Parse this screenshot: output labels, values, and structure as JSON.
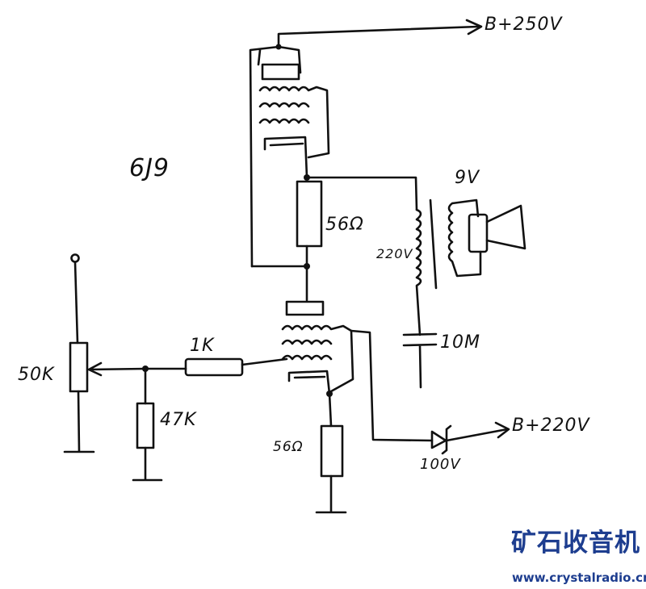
{
  "labels": {
    "b_plus_250": "B+250V",
    "tube": "6J9",
    "r_upper": "56Ω",
    "speaker_voltage": "9V",
    "primary_voltage": "220V",
    "capacitor": "10M",
    "r_series": "1K",
    "pot": "50K",
    "r_shunt": "47K",
    "r_lower": "56Ω",
    "diode_voltage": "100V",
    "b_plus_220": "B+220V"
  },
  "watermark": {
    "title": "矿石收音机",
    "url": "www.crystalradio.cn"
  }
}
